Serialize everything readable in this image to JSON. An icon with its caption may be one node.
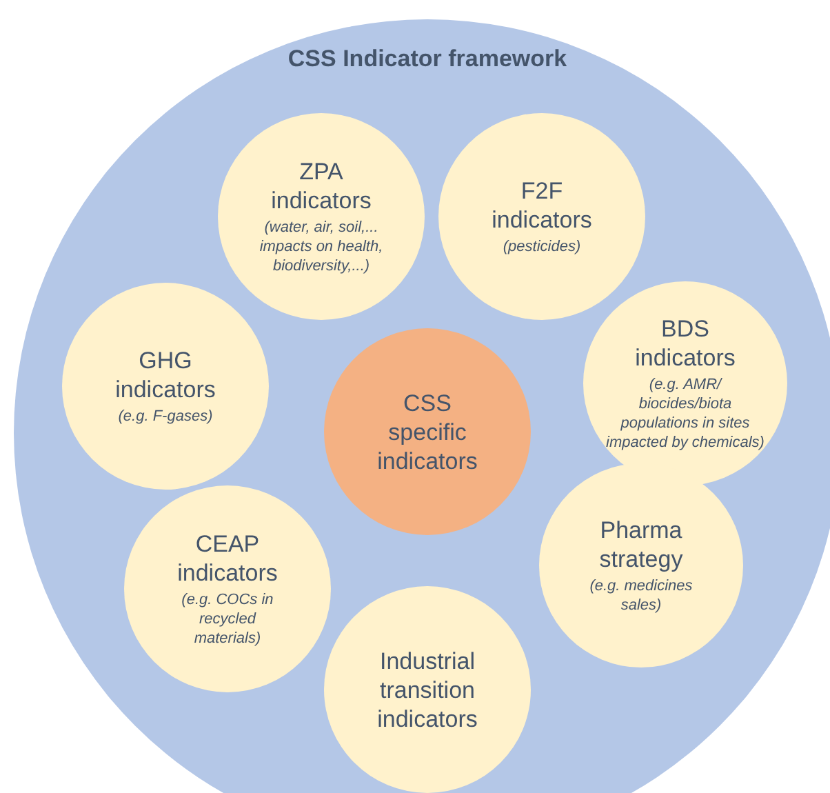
{
  "diagram": {
    "nodes": [
      {
        "text": [
          "CSS Indicator framework"
        ]
      },
      {
        "text": [
          "ZPA indicators",
          "(water, air, soil,... impacts on health, biodiversity,...)"
        ],
        "in": 0
      },
      {
        "text": [
          "F2F indicators",
          "(pesticides)"
        ],
        "in": 0
      },
      {
        "text": [
          "GHG indicators",
          "(e.g. F-gases)"
        ],
        "in": 0
      },
      {
        "text": [
          "BDS indicators",
          "(e.g. AMR/ biocides/biota populations in sites impacted by chemicals)"
        ],
        "in": 0
      },
      {
        "text": [
          "CSS specific indicators"
        ],
        "in": 0
      },
      {
        "text": [
          "Pharma strategy",
          "(e.g. medicines sales)"
        ],
        "in": 0
      },
      {
        "text": [
          "CEAP indicators",
          "(e.g. COCs in recycled materials)"
        ],
        "in": 0
      },
      {
        "text": [
          "Industrial transition indicators"
        ],
        "in": 0
      }
    ]
  }
}
